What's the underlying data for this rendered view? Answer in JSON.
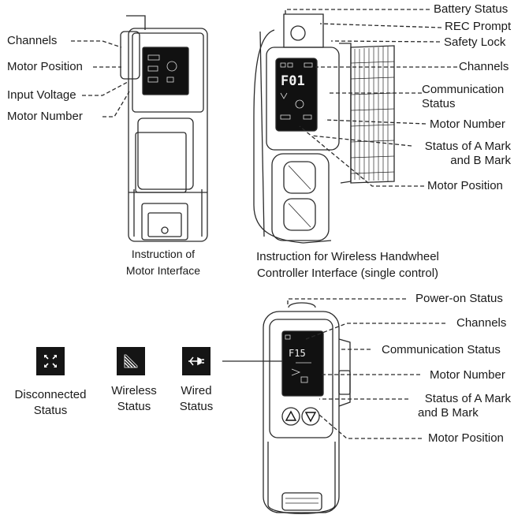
{
  "motor_interface": {
    "labels": {
      "channels": "Channels",
      "motor_position": "Motor Position",
      "input_voltage": "Input Voltage",
      "motor_number": "Motor Number"
    },
    "caption": {
      "line1": "Instruction    of",
      "line2": "Motor   Interface"
    }
  },
  "wireless_handwheel": {
    "labels": {
      "battery_status": "Battery Status",
      "rec_prompt": "REC Prompt",
      "safety_lock": "Safety Lock",
      "channels": "Channels",
      "communication_status_1": "Communication",
      "communication_status_2": "Status",
      "motor_number": "Motor Number",
      "ab_mark_1": "Status of A Mark",
      "ab_mark_2": "and B Mark",
      "motor_position": "Motor Position"
    },
    "screen_text": "F01",
    "caption": {
      "line1": "Instruction for Wireless Handwheel",
      "line2": "Controller Interface (single control)"
    }
  },
  "status_icons": [
    {
      "name": "disconnected",
      "icon": "cross-arrows-icon",
      "label_1": "Disconnected",
      "label_2": "Status"
    },
    {
      "name": "wireless",
      "icon": "wireless-signal-icon",
      "label_1": "Wireless",
      "label_2": "Status"
    },
    {
      "name": "wired",
      "icon": "wired-plug-icon",
      "label_1": "Wired",
      "label_2": "Status"
    }
  ],
  "bottom_controller": {
    "labels": {
      "power_on_status": "Power-on Status",
      "channels": "Channels",
      "communication_status": "Communication Status",
      "motor_number": "Motor Number",
      "ab_mark_1": "Status of A Mark",
      "ab_mark_2": "and B Mark",
      "motor_position": "Motor Position"
    },
    "screen_text": "F15"
  }
}
